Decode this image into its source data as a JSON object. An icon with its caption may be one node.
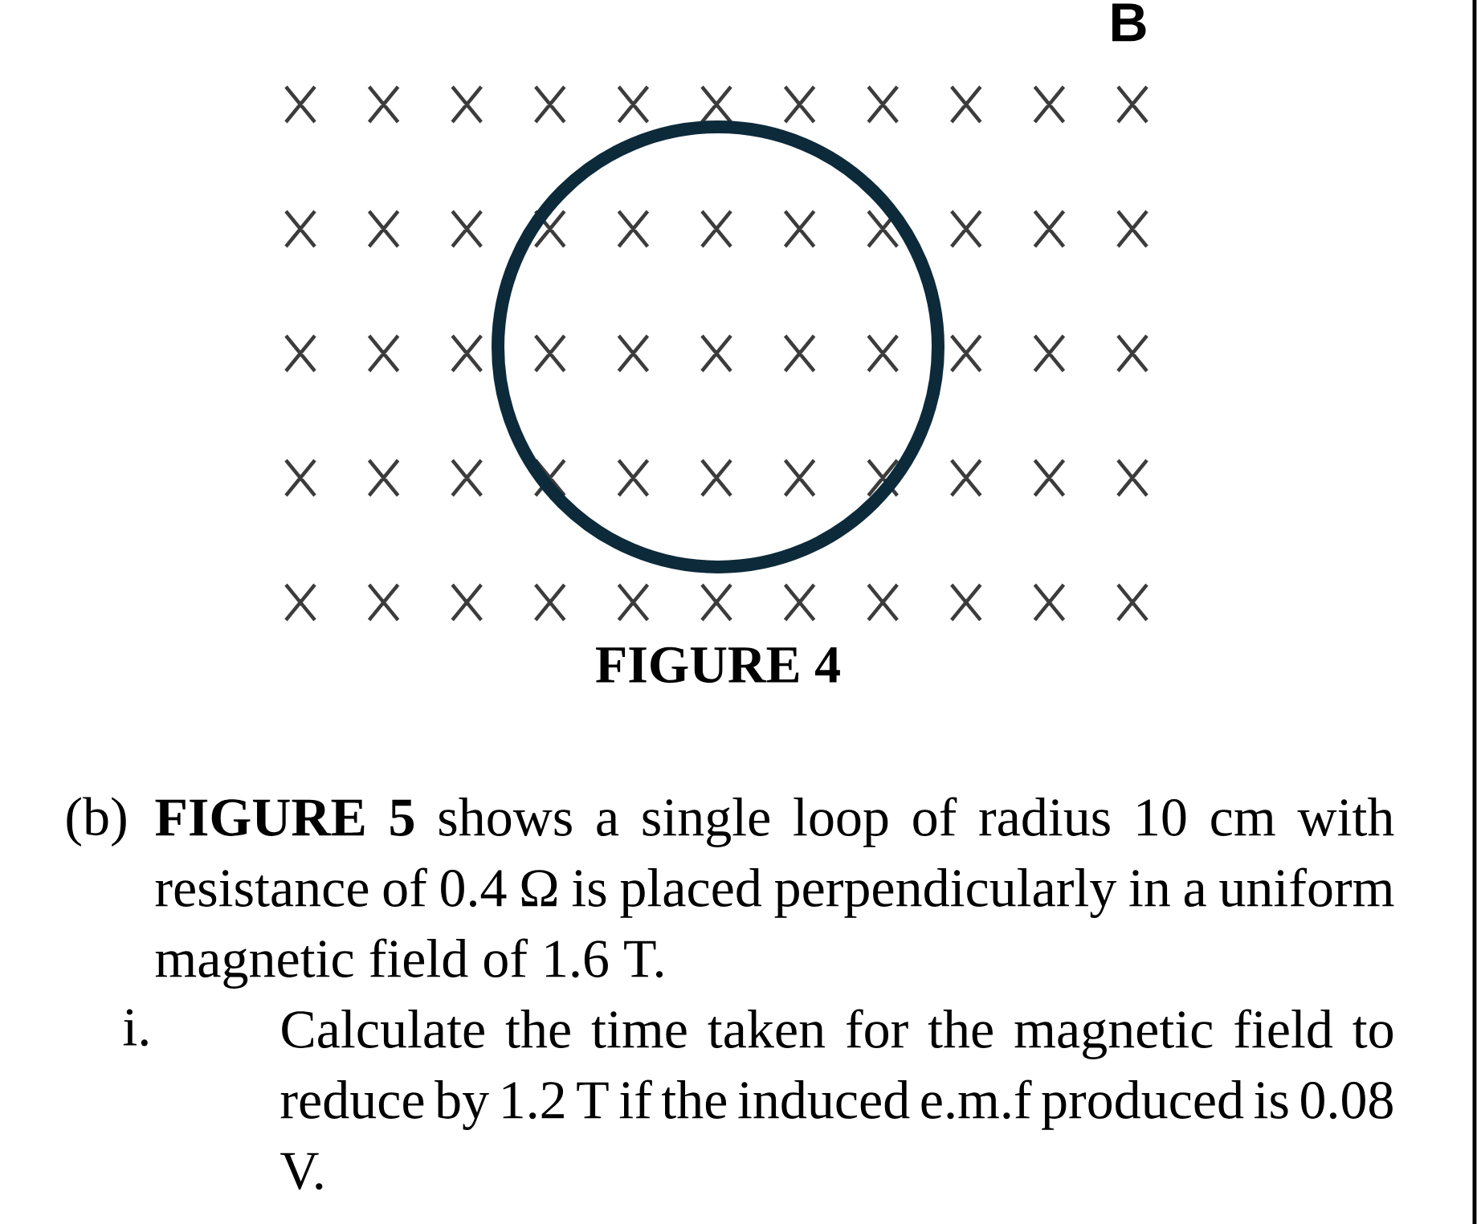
{
  "diagram": {
    "caption": "FIGURE 4",
    "nodes": [
      {
        "text": [],
        "shape": "circle"
      }
    ],
    "labels": [
      "B",
      "(b)",
      "**FIGURE 5** shows a single loop of radius 10 cm with resistance of 0.4 Ω is placed perpendicularly in a uniform magnetic field of 1.6 T.",
      "i.",
      "Calculate the time taken for the magnetic field to reduce by 1.2 T if the induced e.m.f produced is 0.08 V."
    ]
  }
}
